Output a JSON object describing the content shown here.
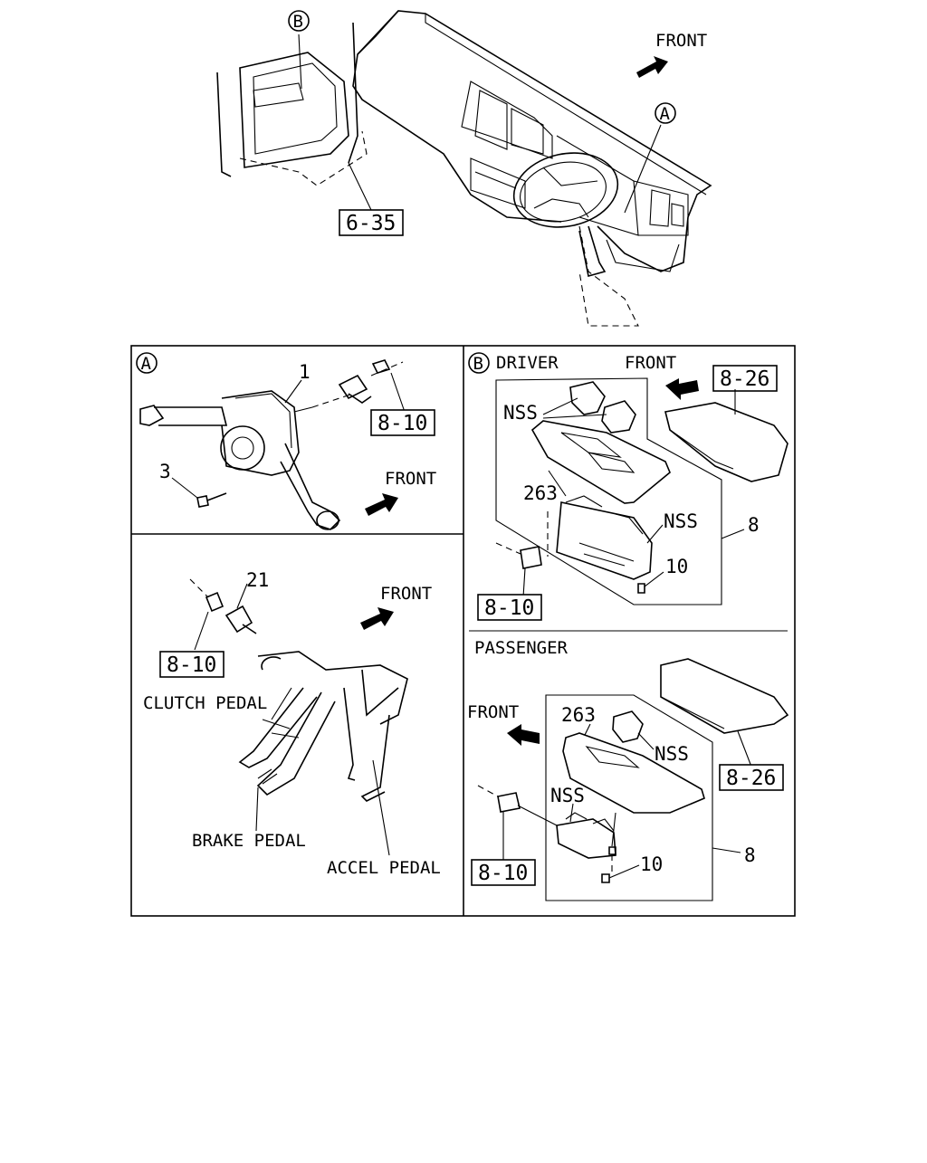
{
  "overview": {
    "front": "FRONT",
    "callout_a": "A",
    "callout_b": "B",
    "ref_6_35": "6-35"
  },
  "panel_a": {
    "tag": "A",
    "part_1": "1",
    "part_3": "3",
    "ref_8_10": "8-10",
    "front": "FRONT"
  },
  "panel_pedals": {
    "part_21": "21",
    "ref_8_10": "8-10",
    "front": "FRONT",
    "clutch_pedal": "CLUTCH PEDAL",
    "brake_pedal": "BRAKE PEDAL",
    "accel_pedal": "ACCEL PEDAL"
  },
  "panel_b_driver": {
    "tag": "B",
    "title": "DRIVER",
    "front": "FRONT",
    "ref_8_26": "8-26",
    "nss_top": "NSS",
    "part_263": "263",
    "nss_right": "NSS",
    "part_8": "8",
    "part_10": "10",
    "ref_8_10": "8-10"
  },
  "panel_b_passenger": {
    "title": "PASSENGER",
    "front": "FRONT",
    "part_263": "263",
    "nss_right": "NSS",
    "nss_left": "NSS",
    "ref_8_26": "8-26",
    "part_8": "8",
    "part_10": "10",
    "ref_8_10": "8-10"
  },
  "icons": {
    "front_arrow": "front-arrow-icon",
    "circle_callout": "circle-callout-icon"
  }
}
